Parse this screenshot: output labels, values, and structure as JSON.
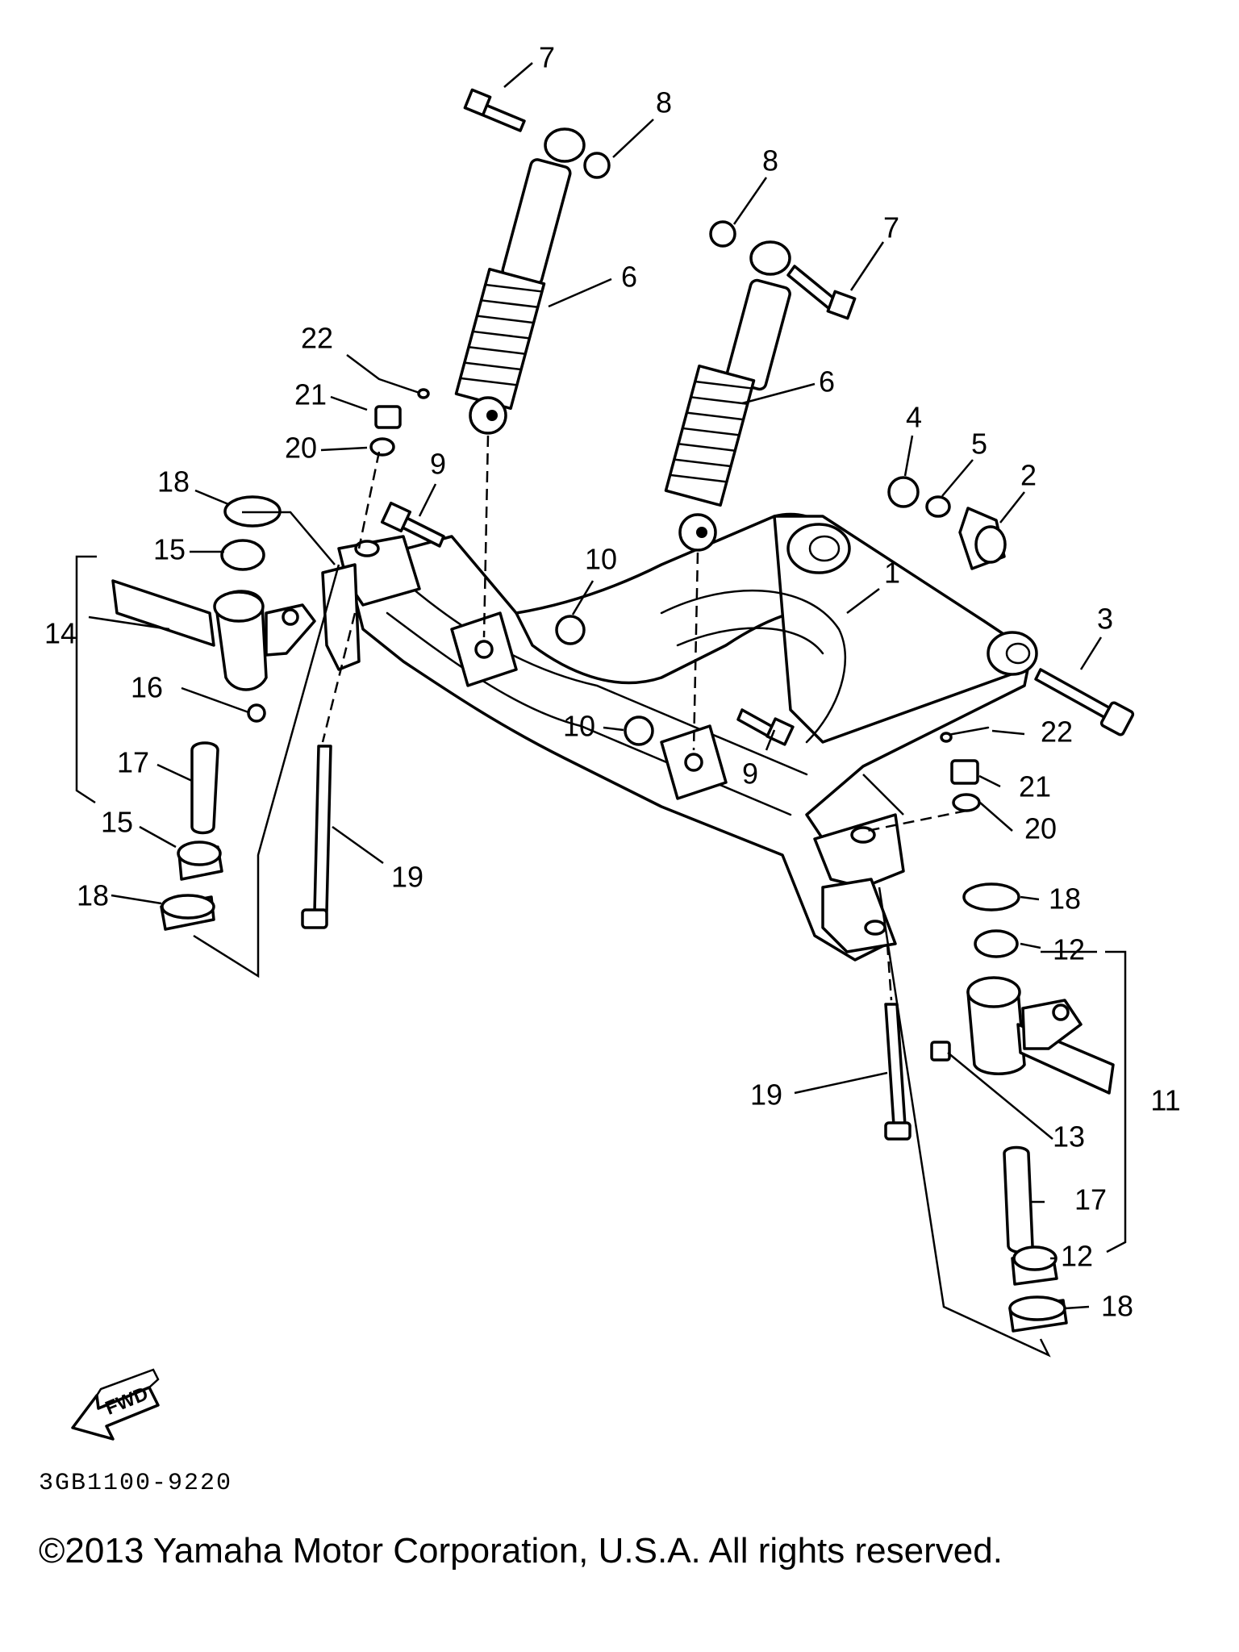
{
  "diagram": {
    "drawing_code": "3GB1100-9220",
    "copyright": "©2013 Yamaha Motor Corporation, U.S.A. All rights reserved.",
    "fwd_label": "FWD",
    "callouts": [
      {
        "id": "c7a",
        "label": "7"
      },
      {
        "id": "c8a",
        "label": "8"
      },
      {
        "id": "c8b",
        "label": "8"
      },
      {
        "id": "c7b",
        "label": "7"
      },
      {
        "id": "c6a",
        "label": "6"
      },
      {
        "id": "c6b",
        "label": "6"
      },
      {
        "id": "c22a",
        "label": "22"
      },
      {
        "id": "c21a",
        "label": "21"
      },
      {
        "id": "c20a",
        "label": "20"
      },
      {
        "id": "c9a",
        "label": "9"
      },
      {
        "id": "c4",
        "label": "4"
      },
      {
        "id": "c5",
        "label": "5"
      },
      {
        "id": "c2",
        "label": "2"
      },
      {
        "id": "c18a",
        "label": "18"
      },
      {
        "id": "c15a",
        "label": "15"
      },
      {
        "id": "c10a",
        "label": "10"
      },
      {
        "id": "c1",
        "label": "1"
      },
      {
        "id": "c3",
        "label": "3"
      },
      {
        "id": "c14",
        "label": "14"
      },
      {
        "id": "c16",
        "label": "16"
      },
      {
        "id": "c10b",
        "label": "10"
      },
      {
        "id": "c22b",
        "label": "22"
      },
      {
        "id": "c9b",
        "label": "9"
      },
      {
        "id": "c17a",
        "label": "17"
      },
      {
        "id": "c21b",
        "label": "21"
      },
      {
        "id": "c20b",
        "label": "20"
      },
      {
        "id": "c15b",
        "label": "15"
      },
      {
        "id": "c19a",
        "label": "19"
      },
      {
        "id": "c18b",
        "label": "18"
      },
      {
        "id": "c18c",
        "label": "18"
      },
      {
        "id": "c12a",
        "label": "12"
      },
      {
        "id": "c11",
        "label": "11"
      },
      {
        "id": "c19b",
        "label": "19"
      },
      {
        "id": "c13",
        "label": "13"
      },
      {
        "id": "c17b",
        "label": "17"
      },
      {
        "id": "c12b",
        "label": "12"
      },
      {
        "id": "c18d",
        "label": "18"
      }
    ]
  }
}
